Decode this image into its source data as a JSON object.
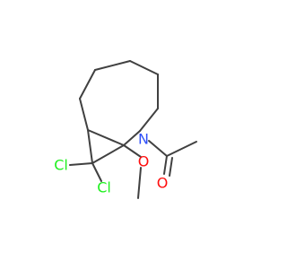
{
  "molecule": {
    "atoms": {
      "n": {
        "label": "N",
        "color": "#3050F8"
      },
      "o_methoxy": {
        "label": "O",
        "color": "#FF0D0D"
      },
      "o_carbonyl": {
        "label": "O",
        "color": "#FF0D0D"
      },
      "cl_upper": {
        "label": "Cl",
        "color": "#1FF01F"
      },
      "cl_lower": {
        "label": "Cl",
        "color": "#1FF01F"
      }
    },
    "bond_color": "#404040"
  }
}
